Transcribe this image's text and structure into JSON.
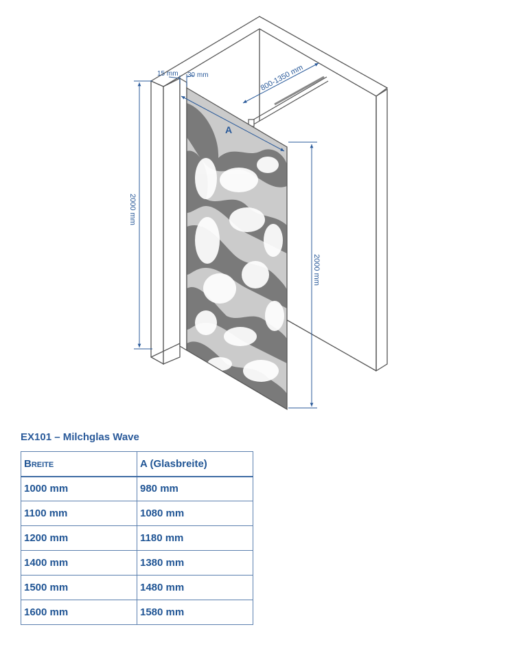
{
  "diagram": {
    "dim_width_range": "800-1350 mm",
    "dim_glass_label": "A",
    "dim_profile_thickness": "15 mm",
    "dim_glass_offset": "30 mm",
    "dim_height_left": "2000 mm",
    "dim_height_right": "2000 mm",
    "colors": {
      "dimension": "#2a5a9a",
      "line": "#555555",
      "frost": "#c9c9c9",
      "clear": "#777777"
    }
  },
  "product": {
    "title": "EX101 – Milchglas Wave"
  },
  "table": {
    "headers": [
      "Breite",
      "A (Glasbreite)"
    ],
    "rows": [
      [
        "1000 mm",
        "980 mm"
      ],
      [
        "1100 mm",
        "1080 mm"
      ],
      [
        "1200 mm",
        "1180 mm"
      ],
      [
        "1400 mm",
        "1380 mm"
      ],
      [
        "1500 mm",
        "1480 mm"
      ],
      [
        "1600 mm",
        "1580 mm"
      ]
    ]
  }
}
